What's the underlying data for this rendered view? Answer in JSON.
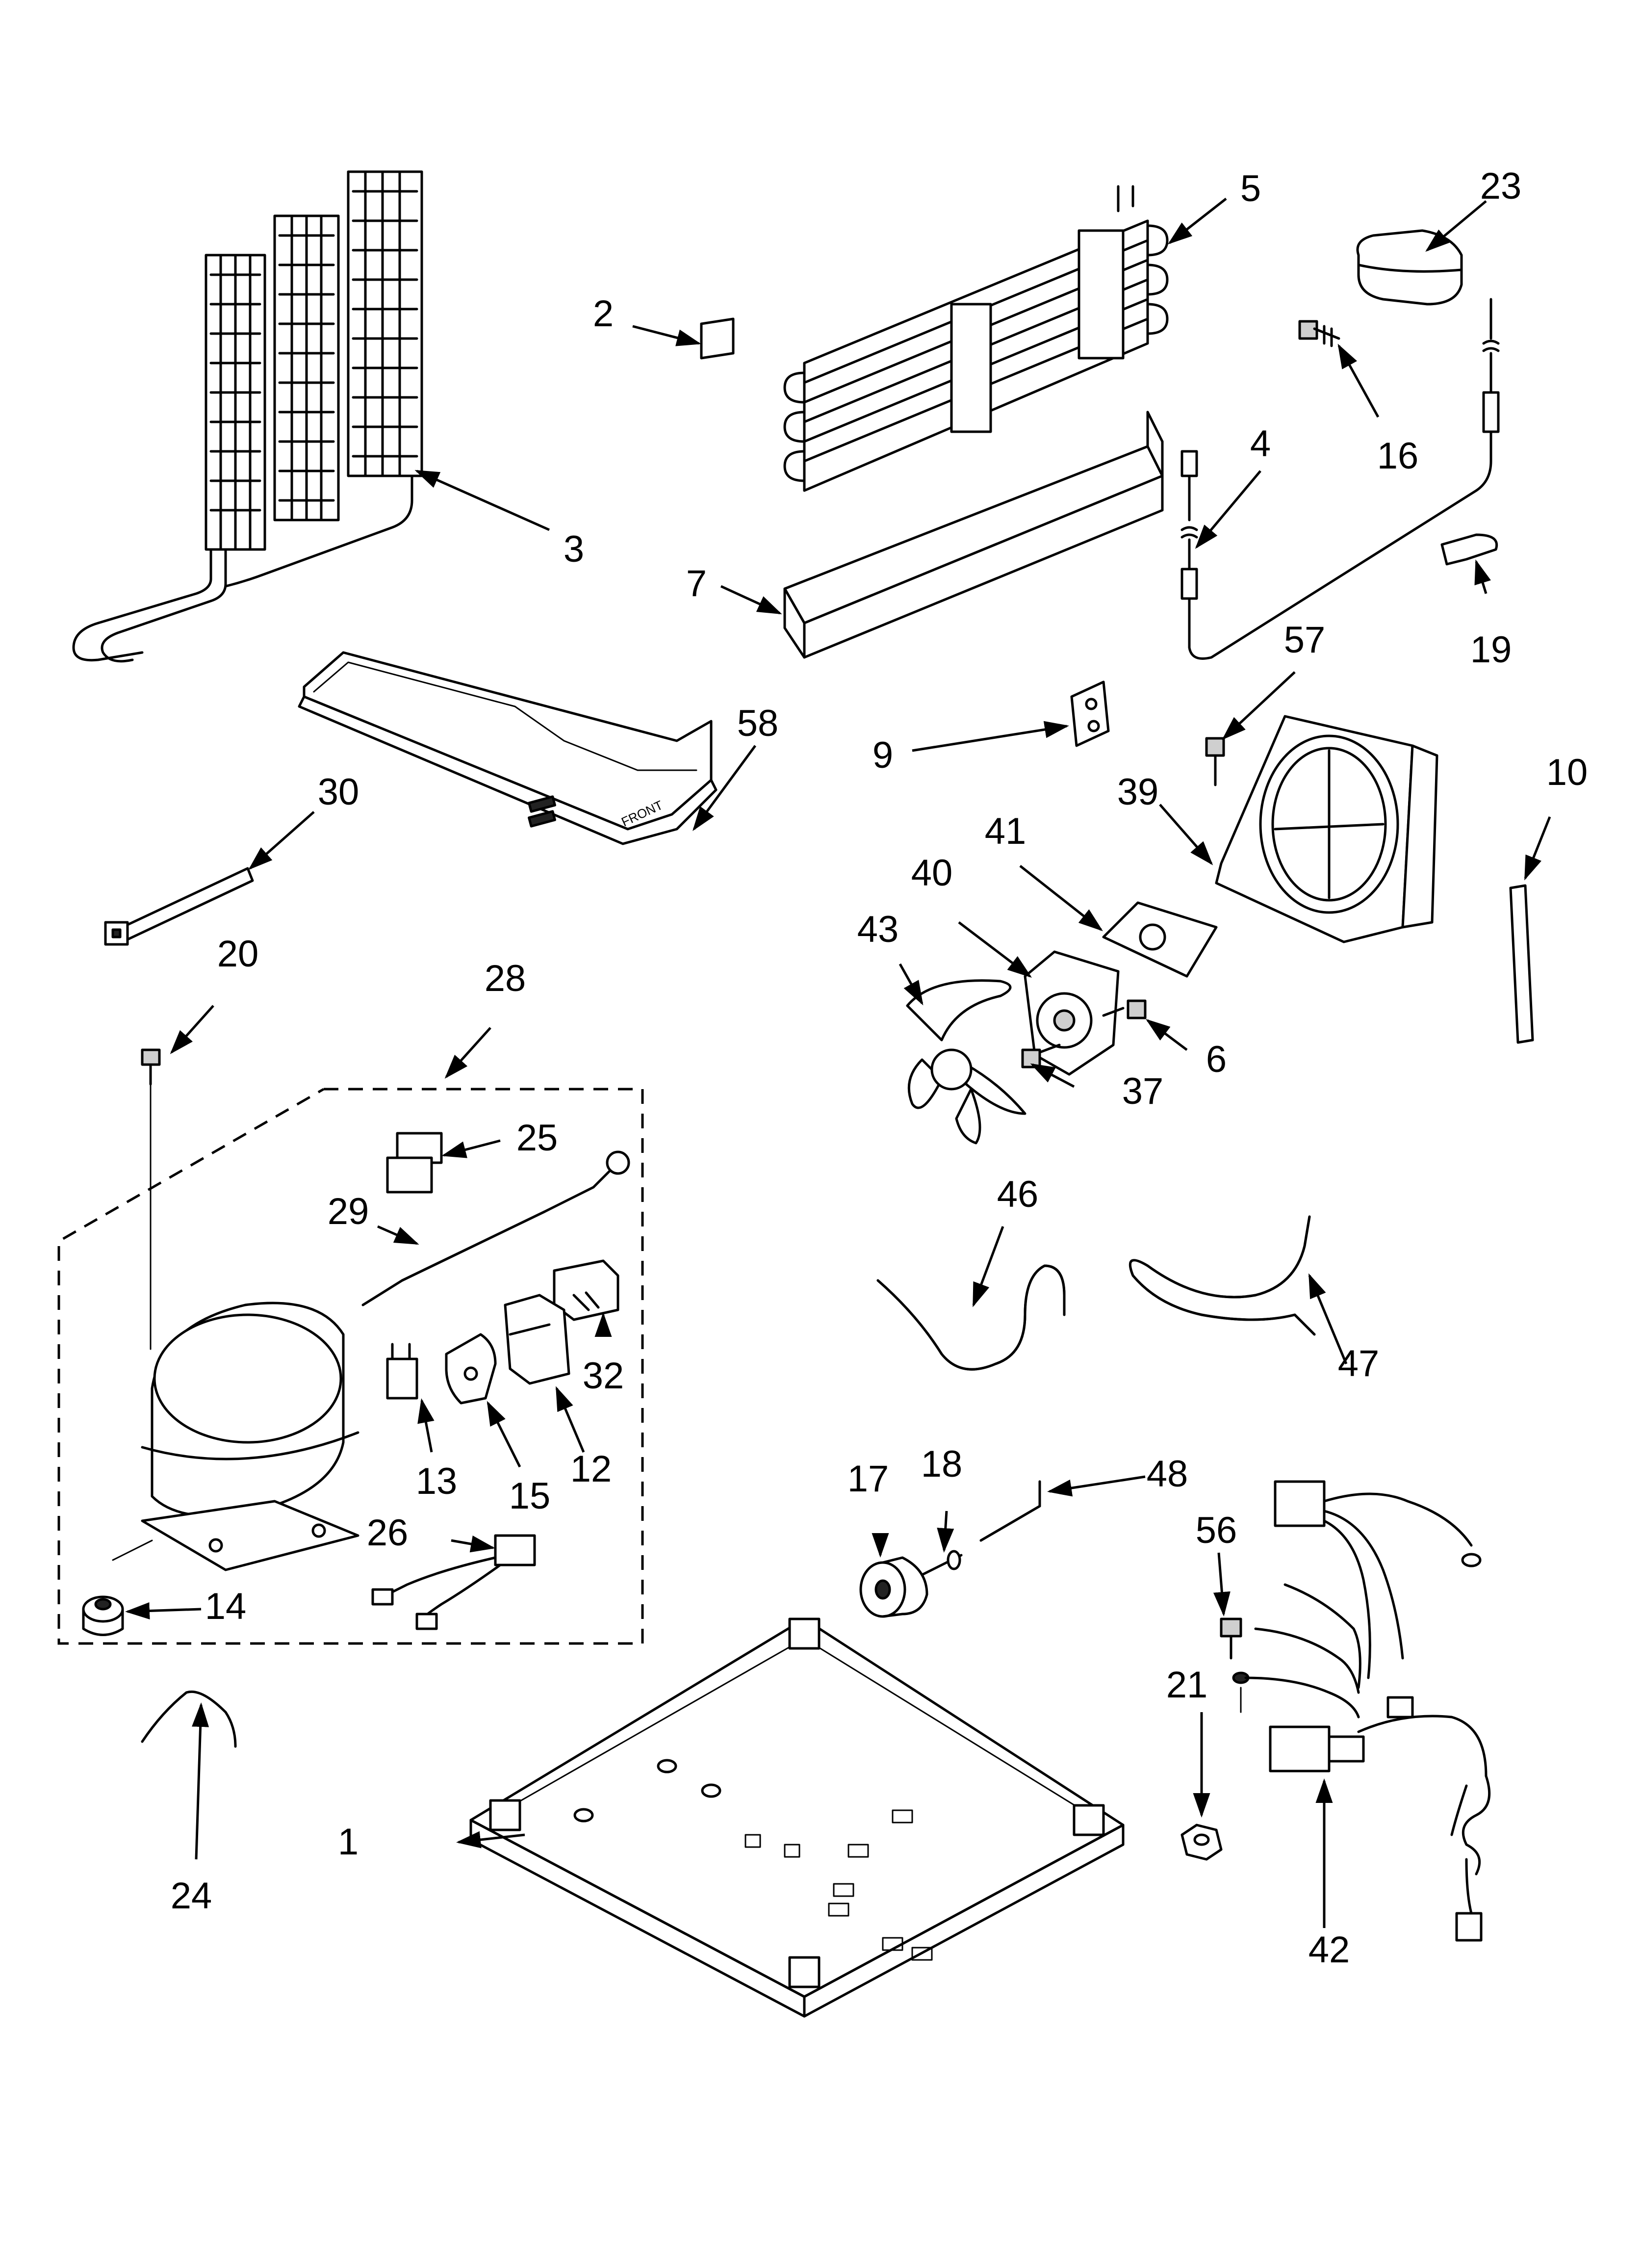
{
  "callouts": [
    {
      "label": "1",
      "part": "base-frame"
    },
    {
      "label": "2",
      "part": "label-tag"
    },
    {
      "label": "3",
      "part": "condenser-coil"
    },
    {
      "label": "4",
      "part": "thermistor"
    },
    {
      "label": "5",
      "part": "evaporator"
    },
    {
      "label": "6",
      "part": "motor-screw"
    },
    {
      "label": "7",
      "part": "evaporator-tray"
    },
    {
      "label": "9",
      "part": "bracket"
    },
    {
      "label": "10",
      "part": "strip"
    },
    {
      "label": "12",
      "part": "relay-cover"
    },
    {
      "label": "13",
      "part": "overload-clip"
    },
    {
      "label": "14",
      "part": "grommet"
    },
    {
      "label": "15",
      "part": "start-relay"
    },
    {
      "label": "16",
      "part": "screw"
    },
    {
      "label": "17",
      "part": "roller"
    },
    {
      "label": "18",
      "part": "axle-pin"
    },
    {
      "label": "19",
      "part": "clip"
    },
    {
      "label": "20",
      "part": "compressor-screw"
    },
    {
      "label": "21",
      "part": "nut"
    },
    {
      "label": "23",
      "part": "cover"
    },
    {
      "label": "24",
      "part": "spring-clip"
    },
    {
      "label": "25",
      "part": "connector"
    },
    {
      "label": "26",
      "part": "wire-harness-small"
    },
    {
      "label": "28",
      "part": "compressor-kit"
    },
    {
      "label": "29",
      "part": "drier"
    },
    {
      "label": "30",
      "part": "cable-tie"
    },
    {
      "label": "32",
      "part": "capacitor"
    },
    {
      "label": "37",
      "part": "fan-screw"
    },
    {
      "label": "39",
      "part": "fan-shroud"
    },
    {
      "label": "40",
      "part": "fan-motor"
    },
    {
      "label": "41",
      "part": "motor-bracket"
    },
    {
      "label": "42",
      "part": "wire-harness"
    },
    {
      "label": "43",
      "part": "fan-blade"
    },
    {
      "label": "46",
      "part": "tube-a"
    },
    {
      "label": "47",
      "part": "tube-b"
    },
    {
      "label": "48",
      "part": "tube-c"
    },
    {
      "label": "56",
      "part": "ground-screw"
    },
    {
      "label": "57",
      "part": "shroud-screw"
    },
    {
      "label": "58",
      "part": "drain-pan"
    }
  ],
  "pan_text": [
    "FRONT"
  ]
}
